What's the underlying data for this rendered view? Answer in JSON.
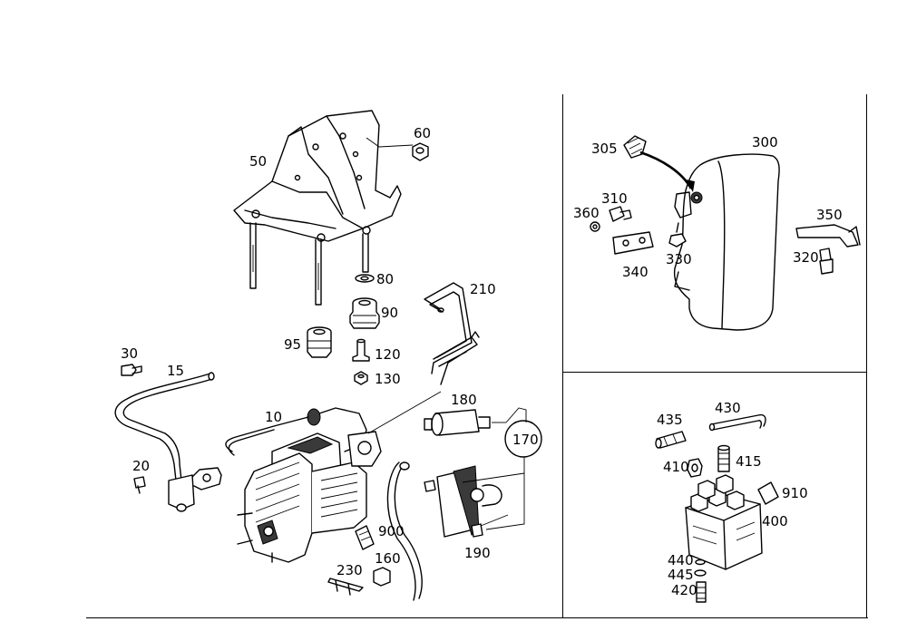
{
  "labels": {
    "p10": "10",
    "p15": "15",
    "p20": "20",
    "p30": "30",
    "p50": "50",
    "p60": "60",
    "p80": "80",
    "p90": "90",
    "p95": "95",
    "p120": "120",
    "p130": "130",
    "p160": "160",
    "p170": "170",
    "p180": "180",
    "p190": "190",
    "p210": "210",
    "p230": "230",
    "p900": "900",
    "p300": "300",
    "p305": "305",
    "p310": "310",
    "p320": "320",
    "p330": "330",
    "p340": "340",
    "p350": "350",
    "p360": "360",
    "p400": "400",
    "p410": "410",
    "p415": "415",
    "p420": "420",
    "p430": "430",
    "p435": "435",
    "p440": "440",
    "p445": "445",
    "p910": "910"
  }
}
